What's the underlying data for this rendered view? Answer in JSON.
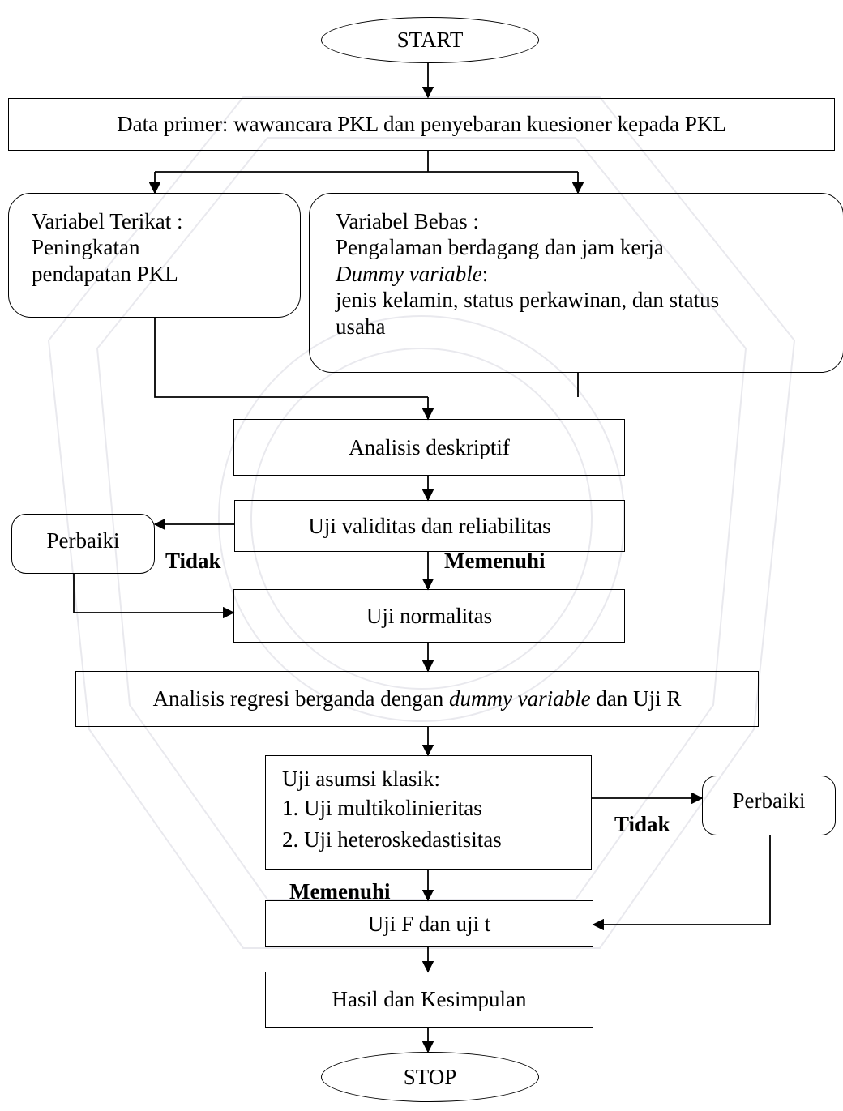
{
  "nodes": {
    "start": "START",
    "data_primer": "Data primer:  wawancara PKL dan penyebaran kuesioner  kepada PKL",
    "terikat": [
      "Variabel Terikat :",
      "Peningkatan",
      "pendapatan PKL"
    ],
    "bebas": [
      "Variabel Bebas :",
      "Pengalaman  berdagang  dan jam kerja",
      "Dummy variable",
      ":",
      "jenis kelamin,  status perkawinan,  dan status",
      "usaha"
    ],
    "deskriptif": "Analisis  deskriptif",
    "validitas": "Uji validitas  dan reliabilitas",
    "perbaiki_1": "Perbaiki",
    "normalitas": "Uji normalitas",
    "regresi": [
      "Analisis  regresi berganda dengan ",
      "dummy variable",
      " dan Uji R"
    ],
    "asumsi": {
      "title": "Uji asumsi  klasik:",
      "items": [
        "1.  Uji multikolinieritas",
        "2.  Uji heteroskedastisitas"
      ]
    },
    "perbaiki_2": "Perbaiki",
    "uji_f_t": "Uji F dan uji  t",
    "hasil": "Hasil  dan Kesimpulan",
    "stop": "STOP"
  },
  "labels": {
    "tidak_1": "Tidak",
    "memenuhi_1": "Memenuhi",
    "tidak_2": "Tidak",
    "memenuhi_2": "Memenuhi"
  }
}
